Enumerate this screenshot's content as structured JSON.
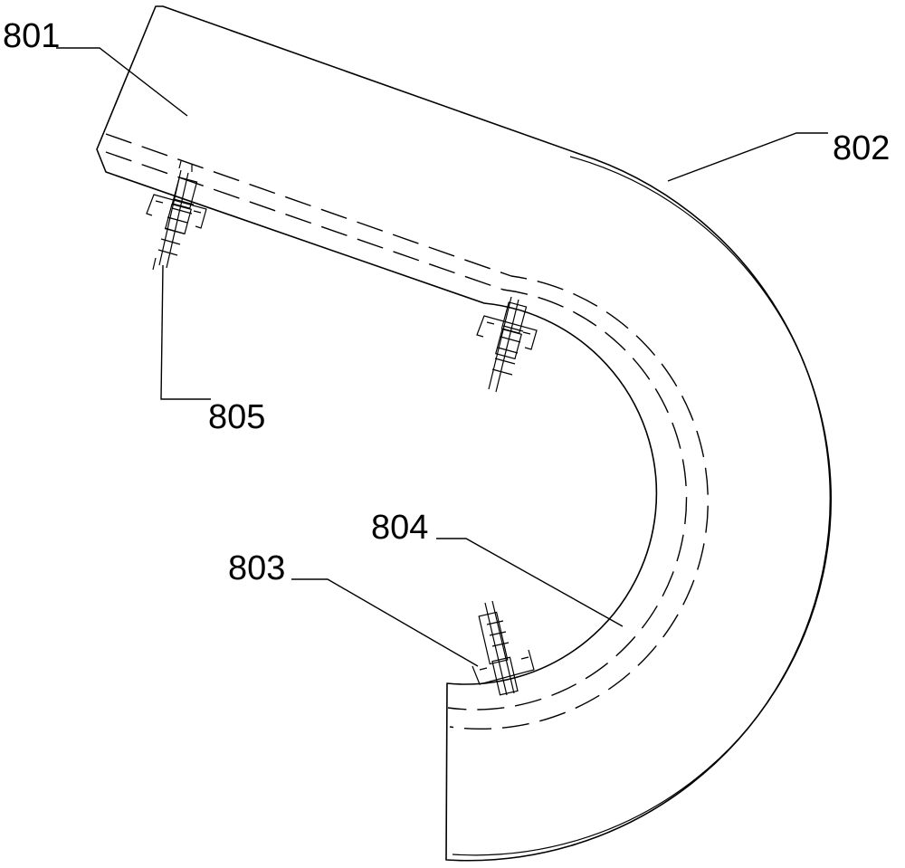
{
  "labels": {
    "l801": "801",
    "l802": "802",
    "l803": "803",
    "l804": "804",
    "l805": "805"
  },
  "colors": {
    "stroke": "#000000",
    "background": "#ffffff"
  }
}
